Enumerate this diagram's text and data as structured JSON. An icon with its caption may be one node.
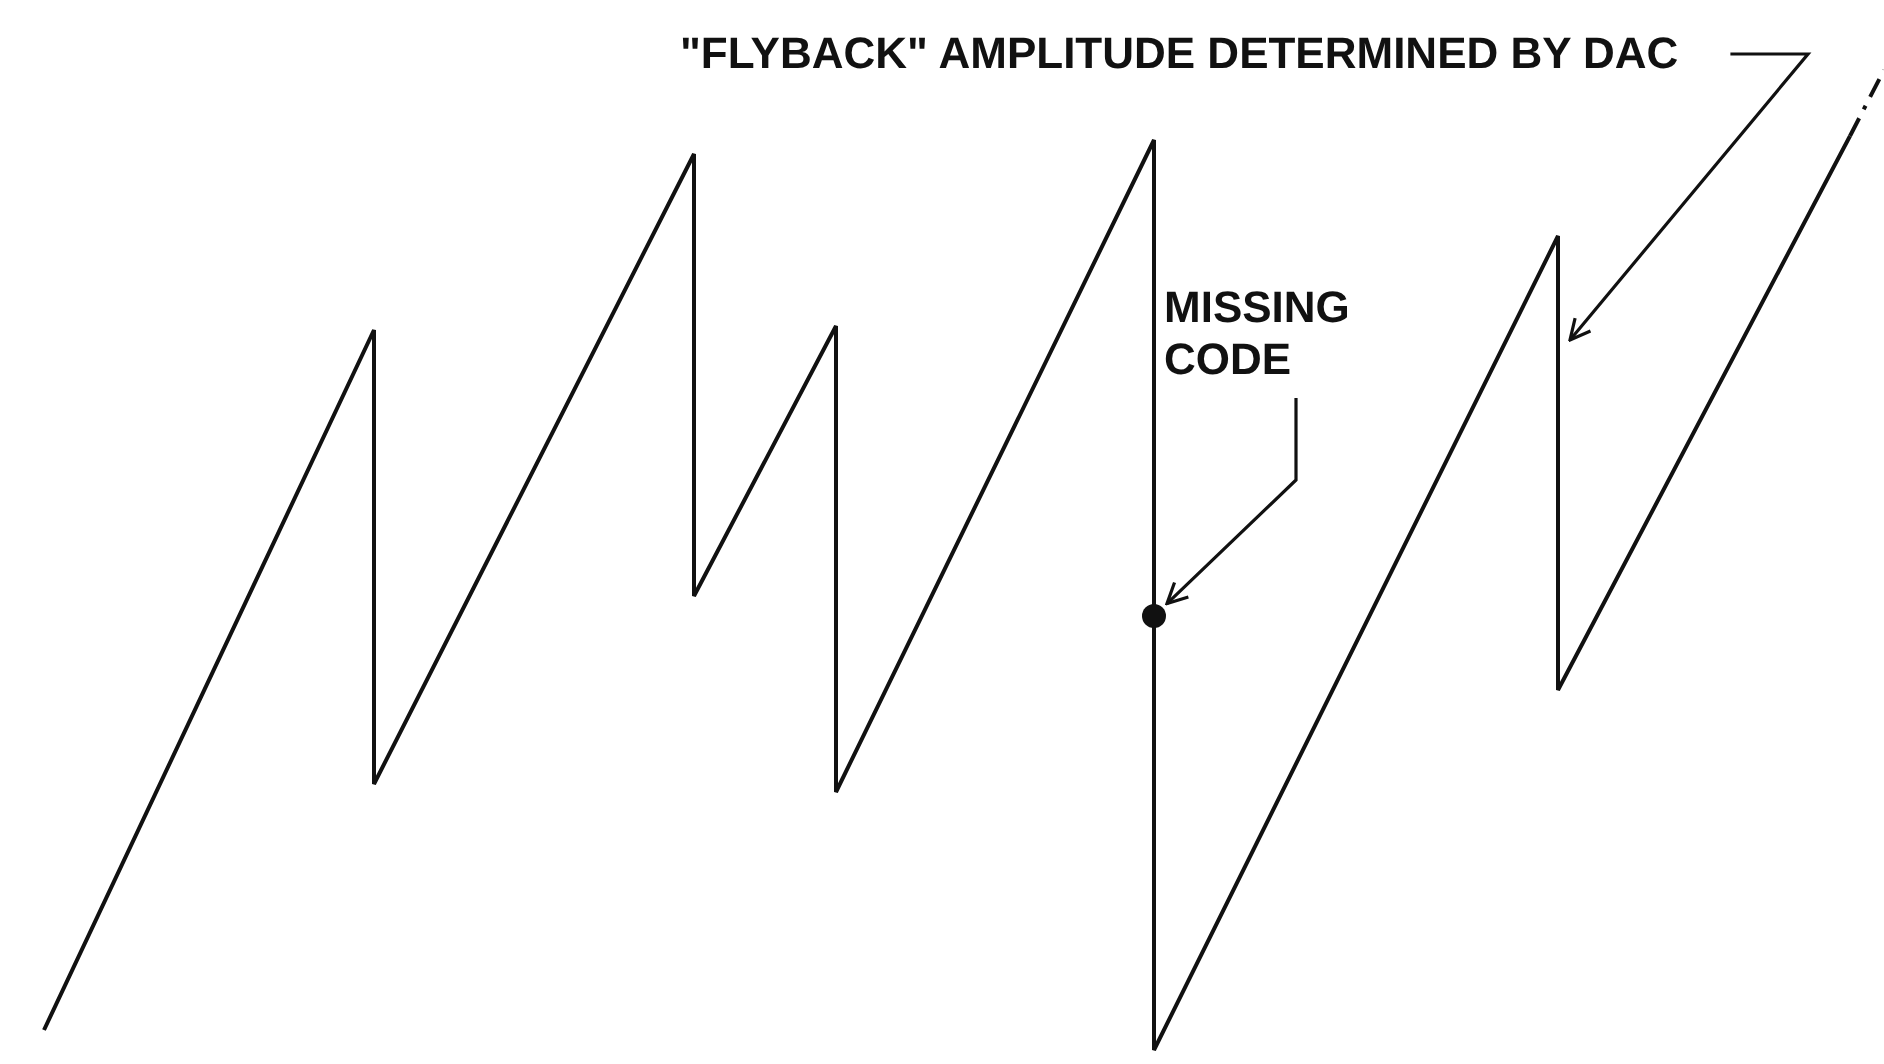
{
  "diagram": {
    "nodes": [
      {
        "text": [
          "\"FLYBACK\" AMPLITUDE DETERMINED BY DAC"
        ]
      },
      {
        "text": [
          "MISSING CODE"
        ]
      },
      {
        "text": [],
        "shape": "circle"
      }
    ],
    "edges": [
      {
        "from": 0,
        "to": null,
        "arrow": "to"
      },
      {
        "from": 1,
        "to": 2,
        "arrow": "to"
      }
    ]
  }
}
